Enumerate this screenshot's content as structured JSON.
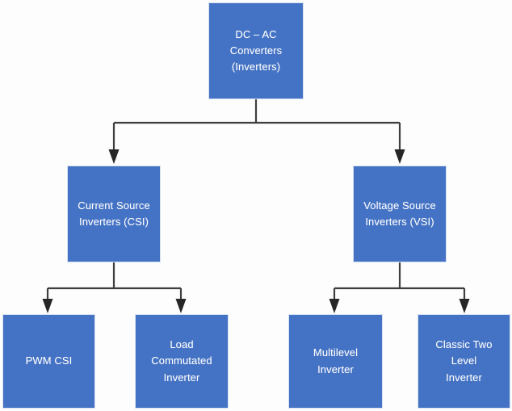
{
  "diagram": {
    "title_text": "DC – AC Converters\n(Inverters)",
    "type": "hierarchy-tree",
    "background_color": "#fdfdfd",
    "node_fill_color": "#4472C4",
    "node_text_color": "#ffffff",
    "connector_color": "#3f3f3f",
    "levels": 3,
    "nodes": [
      {
        "id": "root",
        "label": "DC – AC Converters\n(Inverters)",
        "level": 0
      },
      {
        "id": "csi",
        "label": "Current Source\nInverters (CSI)",
        "level": 1
      },
      {
        "id": "vsi",
        "label": "Voltage Source\nInverters (VSI)",
        "level": 1
      },
      {
        "id": "pwm-csi",
        "label": "PWM CSI",
        "level": 2
      },
      {
        "id": "load-commutated-inverter",
        "label": "Load Commutated\nInverter",
        "level": 2
      },
      {
        "id": "multilevel-inverter",
        "label": "Multilevel Inverter",
        "level": 2
      },
      {
        "id": "classic-two-level-inverter",
        "label": "Classic Two Level\nInverter",
        "level": 2
      }
    ],
    "edges": [
      {
        "from": "root",
        "to": "csi"
      },
      {
        "from": "root",
        "to": "vsi"
      },
      {
        "from": "csi",
        "to": "pwm-csi"
      },
      {
        "from": "csi",
        "to": "load-commutated-inverter"
      },
      {
        "from": "vsi",
        "to": "multilevel-inverter"
      },
      {
        "from": "vsi",
        "to": "classic-two-level-inverter"
      }
    ]
  }
}
